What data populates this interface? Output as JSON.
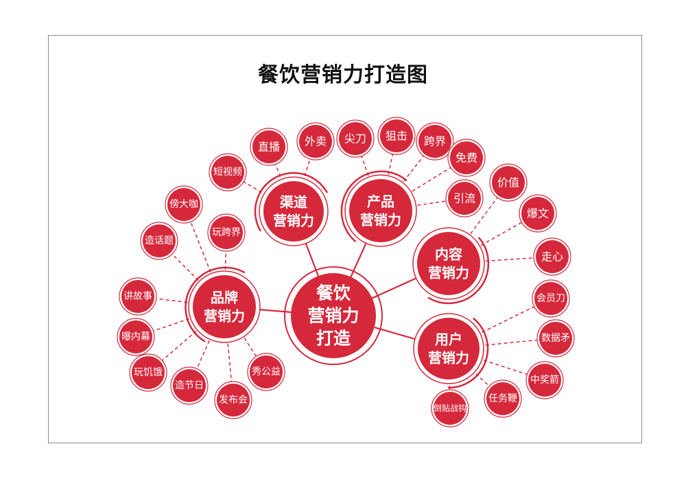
{
  "title": "餐饮营销力打造图",
  "colors": {
    "accent": "#d5283b",
    "line": "#d5283b",
    "text_on_accent": "#ffffff"
  },
  "center": {
    "lines": [
      "餐饮",
      "营销力",
      "打造"
    ]
  },
  "hubs": [
    {
      "id": "brand",
      "lines": [
        "品牌",
        "营销力"
      ]
    },
    {
      "id": "channel",
      "lines": [
        "渠道",
        "营销力"
      ]
    },
    {
      "id": "product",
      "lines": [
        "产品",
        "营销力"
      ]
    },
    {
      "id": "content",
      "lines": [
        "内容",
        "营销力"
      ]
    },
    {
      "id": "user",
      "lines": [
        "用户",
        "营销力"
      ]
    }
  ],
  "leaves": {
    "brand": [
      "傍大咖",
      "玩跨界",
      "造话题",
      "讲故事",
      "曝内幕",
      "玩饥饿",
      "造节日",
      "发布会",
      "秀公益"
    ],
    "channel": [
      "短视频",
      "直播",
      "外卖"
    ],
    "product": [
      "尖刀",
      "狙击",
      "跨界",
      "免费",
      "引流"
    ],
    "content": [
      "价值",
      "爆文",
      "走心"
    ],
    "user": [
      "会员刀",
      "数据矛",
      "中奖箭",
      "任务鞭",
      "倒贴战钩"
    ]
  }
}
